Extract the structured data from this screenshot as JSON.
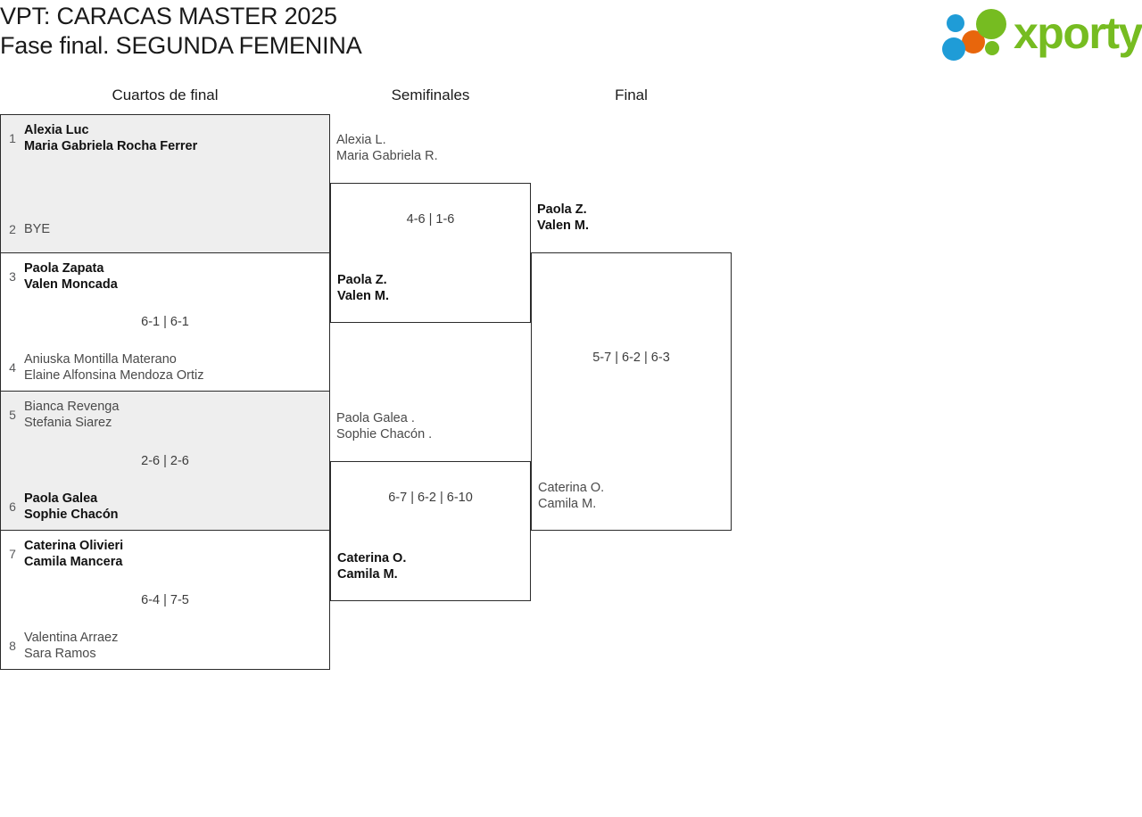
{
  "header": {
    "title_line1": "VPT: CARACAS MASTER 2025",
    "title_line2": "Fase final. SEGUNDA FEMENINA",
    "title_full": "VPT: CARACAS MASTER 2025\nFase final. SEGUNDA FEMENINA"
  },
  "brand": {
    "name": "xporty",
    "colors": {
      "green": "#76bc21",
      "blue": "#1f9cd7",
      "orange": "#e8660c"
    },
    "dots": [
      {
        "name": "blue-dot-top",
        "color": "#1f9cd7"
      },
      {
        "name": "orange-dot",
        "color": "#e8660c"
      },
      {
        "name": "blue-dot-bottom",
        "color": "#1f9cd7"
      },
      {
        "name": "green-dot-large",
        "color": "#76bc21"
      },
      {
        "name": "green-dot-small",
        "color": "#76bc21"
      }
    ]
  },
  "rounds": [
    {
      "label": "Cuartos de final"
    },
    {
      "label": "Semifinales"
    },
    {
      "label": "Final"
    }
  ],
  "quarterfinals": [
    {
      "shaded": true,
      "score": "",
      "top": {
        "seed": "1",
        "name1": "Alexia Luc",
        "name2": "Maria Gabriela Rocha Ferrer",
        "winner": true
      },
      "bottom": {
        "seed": "2",
        "name1": "BYE",
        "name2": "",
        "winner": false
      }
    },
    {
      "shaded": false,
      "score": "6-1 | 6-1",
      "top": {
        "seed": "3",
        "name1": "Paola Zapata",
        "name2": "Valen Moncada",
        "winner": true
      },
      "bottom": {
        "seed": "4",
        "name1": "Aniuska Montilla Materano",
        "name2": "Elaine Alfonsina Mendoza Ortiz",
        "winner": false
      }
    },
    {
      "shaded": true,
      "score": "2-6 | 2-6",
      "top": {
        "seed": "5",
        "name1": "Bianca Revenga",
        "name2": "Stefania Siarez",
        "winner": false
      },
      "bottom": {
        "seed": "6",
        "name1": "Paola Galea",
        "name2": "Sophie Chacón",
        "winner": true
      }
    },
    {
      "shaded": false,
      "score": "6-4 | 7-5",
      "top": {
        "seed": "7",
        "name1": "Caterina Olivieri",
        "name2": "Camila Mancera",
        "winner": true
      },
      "bottom": {
        "seed": "8",
        "name1": "Valentina Arraez",
        "name2": "Sara Ramos",
        "winner": false
      }
    }
  ],
  "semifinals": [
    {
      "score": "4-6 | 1-6",
      "top": {
        "name1": "Alexia L.",
        "name2": "Maria Gabriela R.",
        "winner": false
      },
      "bottom": {
        "name1": "Paola Z.",
        "name2": "Valen M.",
        "winner": true
      }
    },
    {
      "score": "6-7 | 6-2 | 6-10",
      "top": {
        "name1": "Paola Galea .",
        "name2": "Sophie Chacón .",
        "winner": false
      },
      "bottom": {
        "name1": "Caterina O.",
        "name2": "Camila M.",
        "winner": true
      }
    }
  ],
  "final": {
    "score": "5-7 | 6-2 | 6-3",
    "top": {
      "name1": "Paola Z.",
      "name2": "Valen M.",
      "winner": true
    },
    "bottom": {
      "name1": "Caterina O.",
      "name2": "Camila M.",
      "winner": false
    }
  }
}
